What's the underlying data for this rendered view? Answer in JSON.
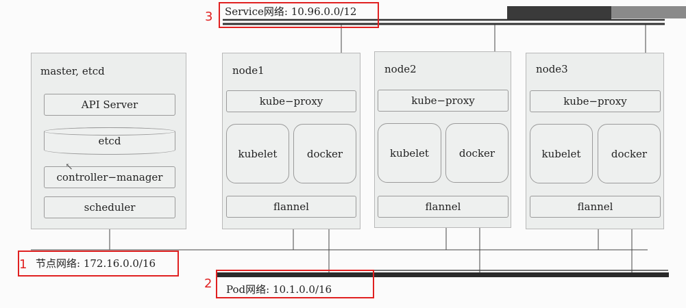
{
  "networks": {
    "service": {
      "number": "3",
      "label": "Service网络: 10.96.0.0/12"
    },
    "pod": {
      "number": "2",
      "label": "Pod网络: 10.1.0.0/16"
    },
    "node": {
      "number": "1",
      "label": "节点网络: 172.16.0.0/16"
    }
  },
  "master": {
    "title": "master, etcd",
    "components": [
      "API Server",
      "etcd",
      "controller−manager",
      "scheduler"
    ]
  },
  "nodes": [
    {
      "title": "node1",
      "kube_proxy": "kube−proxy",
      "kubelet": "kubelet",
      "docker": "docker",
      "flannel": "flannel"
    },
    {
      "title": "node2",
      "kube_proxy": "kube−proxy",
      "kubelet": "kubelet",
      "docker": "docker",
      "flannel": "flannel"
    },
    {
      "title": "node3",
      "kube_proxy": "kube−proxy",
      "kubelet": "kubelet",
      "docker": "docker",
      "flannel": "flannel"
    }
  ],
  "colors": {
    "highlight": "#e02020",
    "line": "#333333"
  }
}
